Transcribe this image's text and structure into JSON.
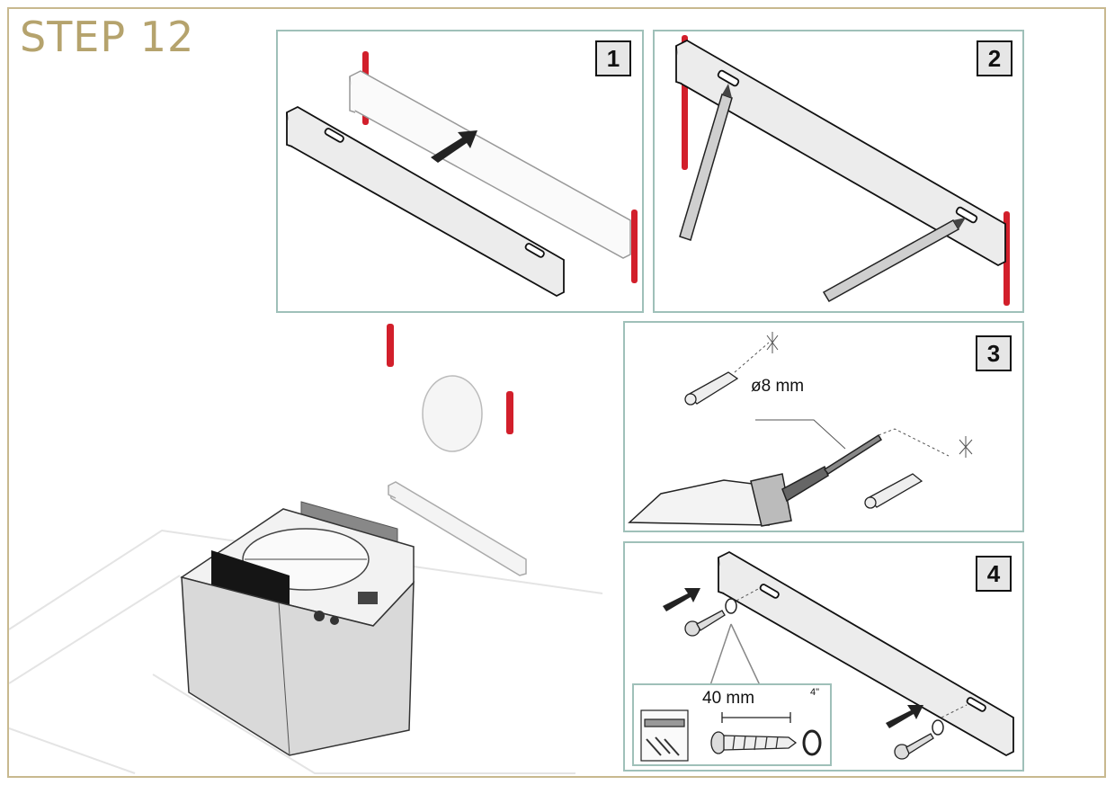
{
  "step_title": "STEP 12",
  "panels": [
    {
      "number": "1"
    },
    {
      "number": "2"
    },
    {
      "number": "3",
      "drill_size": "ø8 mm"
    },
    {
      "number": "4",
      "screw_length": "40 mm",
      "inch_mark": "4\""
    }
  ],
  "colors": {
    "accent_gold": "#b5a36d",
    "panel_border": "#9fc0b9",
    "mark_red": "#d21f2b"
  }
}
